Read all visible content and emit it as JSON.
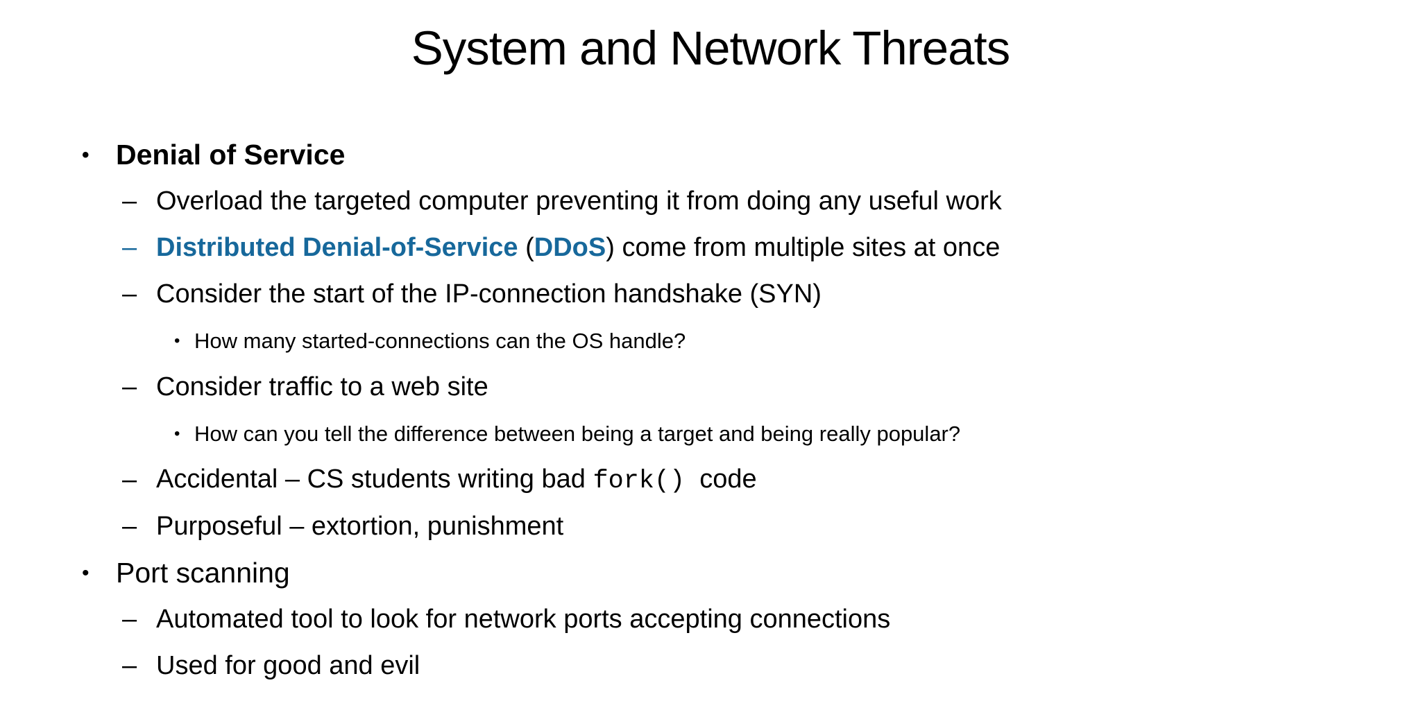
{
  "slide": {
    "title": "System and Network Threats",
    "colors": {
      "background": "#ffffff",
      "text": "#000000",
      "accent": "#17689B"
    },
    "markers": {
      "level1": "•",
      "level2": "–",
      "level3": "•"
    },
    "bullets": [
      {
        "level": 1,
        "bold": true,
        "segments": [
          {
            "style": "plain",
            "text": "Denial of Service"
          }
        ]
      },
      {
        "level": 2,
        "segments": [
          {
            "style": "plain",
            "text": "Overload the targeted computer preventing it from doing any useful work"
          }
        ]
      },
      {
        "level": 2,
        "marker_color": "accent",
        "segments": [
          {
            "style": "bold-accent",
            "text": "Distributed Denial-of-Service"
          },
          {
            "style": "plain",
            "text": " ("
          },
          {
            "style": "bold-accent",
            "text": "DDoS"
          },
          {
            "style": "plain",
            "text": ") come from multiple sites at once"
          }
        ]
      },
      {
        "level": 2,
        "segments": [
          {
            "style": "plain",
            "text": "Consider the start of the IP-connection handshake (SYN)"
          }
        ]
      },
      {
        "level": 3,
        "segments": [
          {
            "style": "plain",
            "text": "How many started-connections can the OS handle?"
          }
        ]
      },
      {
        "level": 2,
        "segments": [
          {
            "style": "plain",
            "text": "Consider traffic to a web site"
          }
        ]
      },
      {
        "level": 3,
        "segments": [
          {
            "style": "plain",
            "text": "How can you tell the difference between being a target and being really popular?"
          }
        ]
      },
      {
        "level": 2,
        "segments": [
          {
            "style": "plain",
            "text": "Accidental – CS students writing bad "
          },
          {
            "style": "mono",
            "text": "fork()"
          },
          {
            "style": "plain",
            "text": "  code"
          }
        ]
      },
      {
        "level": 2,
        "segments": [
          {
            "style": "plain",
            "text": "Purposeful – extortion, punishment"
          }
        ]
      },
      {
        "level": 1,
        "bold": false,
        "segments": [
          {
            "style": "plain",
            "text": "Port scanning"
          }
        ]
      },
      {
        "level": 2,
        "segments": [
          {
            "style": "plain",
            "text": "Automated tool to look for network ports accepting connections"
          }
        ]
      },
      {
        "level": 2,
        "segments": [
          {
            "style": "plain",
            "text": "Used for good and evil"
          }
        ]
      }
    ]
  }
}
